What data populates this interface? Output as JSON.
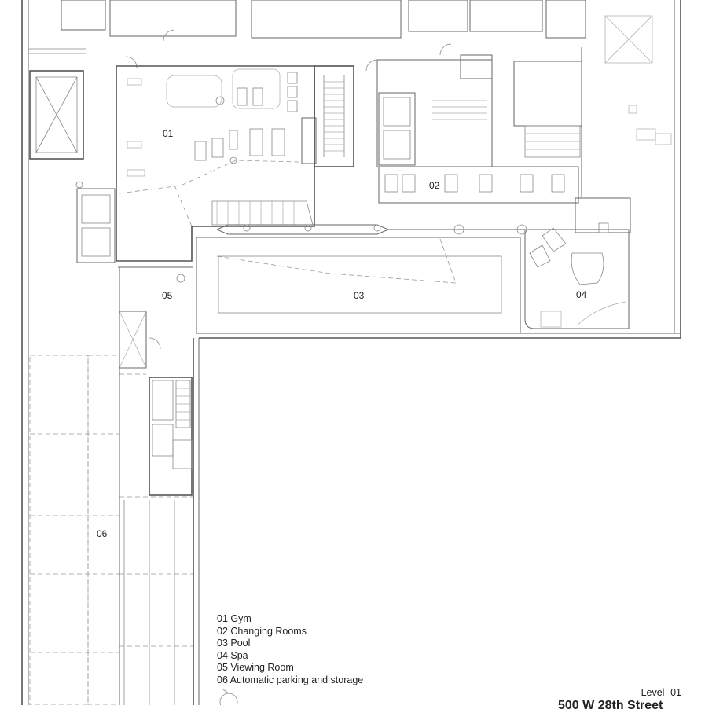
{
  "rooms": {
    "r01": "01",
    "r02": "02",
    "r03": "03",
    "r04": "04",
    "r05": "05",
    "r06": "06"
  },
  "legend": [
    "01 Gym",
    "02 Changing Rooms",
    "03 Pool",
    "04 Spa",
    "05 Viewing Room",
    "06 Automatic parking and storage"
  ],
  "level": "Level -01",
  "address": "500 W 28th Street"
}
